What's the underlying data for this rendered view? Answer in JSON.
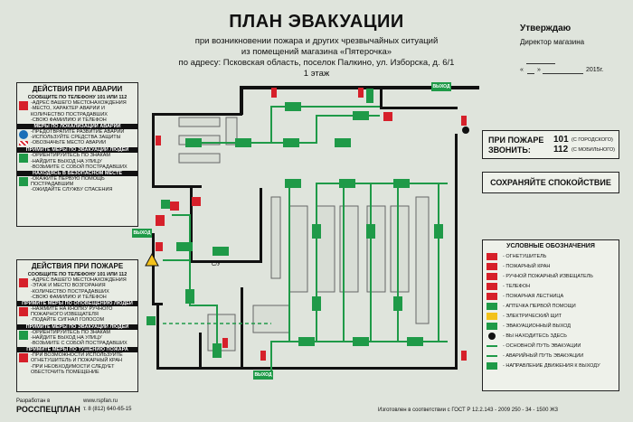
{
  "header": {
    "title": "ПЛАН ЭВАКУАЦИИ",
    "line1": "при возникновении пожара и других чрезвычайных ситуаций",
    "line2": "из помещений магазина «Пятерочка»",
    "line3": "по адресу: Псковская область, поселок Палкино, ул. Изборска, д. 6/1",
    "floor": "1 этаж"
  },
  "approval": {
    "title": "Утверждаю",
    "position": "Директор магазина",
    "date_left": "«",
    "date_mid": "»",
    "year": "2015г."
  },
  "accident_panel": {
    "heading": "ДЕЙСТВИЯ ПРИ АВАРИИ",
    "call": "СООБЩИТЕ ПО ТЕЛЕФОНУ  101 ИЛИ 112",
    "call_items": [
      "-АДРЕС ВАШЕГО МЕСТОНАХОЖДЕНИЯ",
      "-МЕСТО, ХАРАКТЕР АВАРИИ И",
      "КОЛИЧЕСТВО ПОСТРАДАВШИХ",
      "-СВОЮ ФАМИЛИЮ И ТЕЛЕФОН"
    ],
    "localize": "МЕРЫ ПО ЛОКАЛИЗАЦИИ АВАРИИ",
    "localize_items": [
      "-ПРЕДОТВРАТИТЕ РАЗВИТИЕ АВАРИИ",
      "-ИСПОЛЬЗУЙТЕ СРЕДСТВА ЗАЩИТЫ",
      "-ОБОЗНАЧЬТЕ МЕСТО АВАРИИ"
    ],
    "evac": "ПРИМИТЕ МЕРЫ ПО ЭВАКУАЦИИ ЛЮДЕЙ",
    "evac_items": [
      "-ОРИЕНТИРУЙТЕСЬ ПО ЗНАКАМ",
      "-НАЙДИТЕ ВЫХОД НА УЛИЦУ",
      "-ВОЗЬМИТЕ С СОБОЙ ПОСТРАДАВШИХ"
    ],
    "safe": "НАХОДЯСЬ В БЕЗОПАСНОМ МЕСТЕ",
    "safe_items": [
      "-ОКАЖИТЕ ПЕРВУЮ ПОМОЩЬ",
      "ПОСТРАДАВШИМ",
      "-ОЖИДАЙТЕ СЛУЖБУ СПАСЕНИЯ"
    ]
  },
  "fire_panel": {
    "heading": "ДЕЙСТВИЯ ПРИ ПОЖАРЕ",
    "call": "СООБЩИТЕ ПО ТЕЛЕФОНУ  101 ИЛИ 112",
    "call_items": [
      "-АДРЕС ВАШЕГО МЕСТОНАХОЖДЕНИЯ",
      "-ЭТАЖ И МЕСТО ВОЗГОРАНИЯ",
      "-КОЛИЧЕСТВО ПОСТРАДАВШИХ",
      "-СВОЮ ФАМИЛИЮ И ТЕЛЕФОН"
    ],
    "alert": "ПРИМИТЕ МЕРЫ ПО ОПОВЕЩЕНИЮ ЛЮДЕЙ",
    "alert_items": [
      "-НАЖМИТЕ НА КНОПКУ РУЧНОГО",
      "ПОЖАРНОГО ИЗВЕЩАТЕЛЯ",
      "-ПОДАЙТЕ СИГНАЛ ГОЛОСОМ"
    ],
    "evac": "ПРИМИТЕ МЕРЫ ПО ЭВАКУАЦИИ ЛЮДЕЙ",
    "evac_items": [
      "-ОРИЕНТИРУЙТЕСЬ ПО ЗНАКАМ",
      "-НАЙДИТЕ ВЫХОД НА УЛИЦУ",
      "-ВОЗЬМИТЕ С СОБОЙ ПОСТРАДАВШИХ"
    ],
    "extinguish": "ПРИМИТЕ МЕРЫ ПО ТУШЕНИЮ ПОЖАРА",
    "extinguish_items": [
      "-ПРИ ВОЗМОЖНОСТИ ИСПОЛЬЗУЙТЕ",
      "ОГНЕТУШИТЕЛЬ И ПОЖАРНЫЙ КРАН",
      "-ПРИ НЕОБХОДИМОСТИ СЛЕДУЕТ",
      "ОБЕСТОЧИТЬ ПОМЕЩЕНИЕ"
    ]
  },
  "phones": {
    "label1": "ПРИ ПОЖАРЕ",
    "label2": "ЗВОНИТЬ:",
    "num1": "101",
    "num1_note": "(С ГОРОДСКОГО)",
    "num2": "112",
    "num2_note": "(С МОБИЛЬНОГО)"
  },
  "calm": "СОХРАНЯЙТЕ СПОКОЙСТВИЕ",
  "legend": {
    "heading": "УСЛОВНЫЕ ОБОЗНАЧЕНИЯ",
    "items": [
      {
        "label": "- ОГНЕТУШИТЕЛЬ",
        "color": "#d6202a"
      },
      {
        "label": "- ПОЖАРНЫЙ КРАН",
        "color": "#d6202a"
      },
      {
        "label": "- РУЧНОЙ ПОЖАРНЫЙ ИЗВЕЩАТЕЛЬ",
        "color": "#d6202a"
      },
      {
        "label": "- ТЕЛЕФОН",
        "color": "#d6202a"
      },
      {
        "label": "- ПОЖАРНАЯ ЛЕСТНИЦА",
        "color": "#d6202a"
      },
      {
        "label": "- АПТЕЧКА ПЕРВОЙ ПОМОЩИ",
        "color": "#1f9a48"
      },
      {
        "label": "- ЭЛЕКТРИЧЕСКИЙ ЩИТ",
        "color": "#f3c21b"
      },
      {
        "label": "- ЭВАКУАЦИОННЫЙ ВЫХОД",
        "color": "#1f9a48"
      },
      {
        "label": "- ВЫ НАХОДИТЕСЬ ЗДЕСЬ",
        "color": "#111111"
      },
      {
        "label": "- ОСНОВНОЙ ПУТЬ ЭВАКУАЦИИ",
        "color": "#1f9a48"
      },
      {
        "label": "- АВАРИЙНЫЙ ПУТЬ ЭВАКУАЦИИ",
        "color": "#1f9a48"
      },
      {
        "label": "- НАПРАВЛЕНИЕ ДВИЖЕНИЯ К ВЫХОДУ",
        "color": "#1f9a48"
      }
    ]
  },
  "plan": {
    "exit_label": "ВЫХОД",
    "room_label": "С/У"
  },
  "footer": {
    "dev_label": "Разработан в",
    "company": "РОССПЕЦПЛАН",
    "site": "www.rspfan.ru",
    "phone": "т. 8 (812) 640-65-15",
    "gost": "Изготовлен в соответствии с ГОСТ Р 12.2.143 - 2009 250 - 34 - 1500 Ж3"
  },
  "colors": {
    "red": "#d6202a",
    "green": "#1f9a48",
    "black": "#111111",
    "yellow": "#f3c21b"
  }
}
